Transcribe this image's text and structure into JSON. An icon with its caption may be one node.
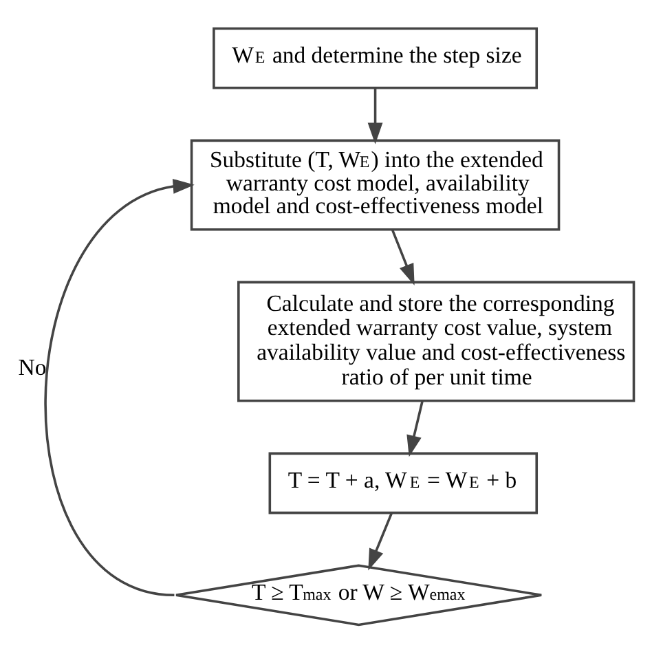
{
  "diagram": {
    "nodes": [
      {
        "text": [
          "W$_{E}$ and determine the step size"
        ]
      },
      {
        "text": [
          "Substitute (T, W$_{E}$) into the extended warranty cost model, availability model and cost-effectiveness model"
        ]
      },
      {
        "text": [
          "Calculate and store the corresponding extended warranty cost value, system availability value and cost-effectiveness ratio of per unit time"
        ]
      },
      {
        "text": [
          "T = T + a, W$_{E}$ = W$_{E}$ + b"
        ]
      },
      {
        "text": [
          "T ≥ T$_{max}$ or W ≥ W$_{emax}$"
        ]
      }
    ],
    "edges": [
      {
        "from": 0,
        "to": 1,
        "arrow": "to"
      },
      {
        "from": 1,
        "to": 2,
        "arrow": "to"
      },
      {
        "from": 2,
        "to": 3,
        "arrow": "to"
      },
      {
        "from": 3,
        "to": 4,
        "arrow": "to"
      },
      {
        "from": 4,
        "to": 1,
        "arrow": "to",
        "label": "No"
      }
    ]
  }
}
